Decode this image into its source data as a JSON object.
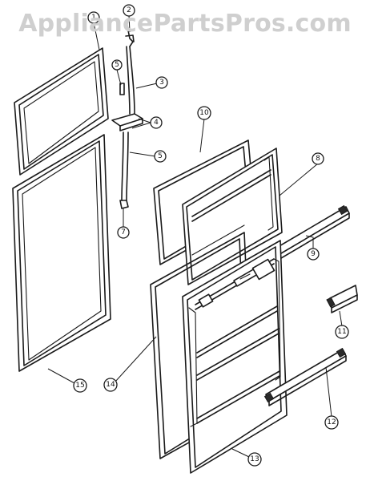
{
  "watermark": "AppliancePartsPros.com",
  "callouts": [
    {
      "id": "1",
      "label": "1"
    },
    {
      "id": "2",
      "label": "2"
    },
    {
      "id": "3",
      "label": "3"
    },
    {
      "id": "4",
      "label": "4"
    },
    {
      "id": "5a",
      "label": "5"
    },
    {
      "id": "5b",
      "label": "5"
    },
    {
      "id": "7",
      "label": "7"
    },
    {
      "id": "8",
      "label": "8"
    },
    {
      "id": "9",
      "label": "9"
    },
    {
      "id": "10",
      "label": "10"
    },
    {
      "id": "11",
      "label": "11"
    },
    {
      "id": "12",
      "label": "12"
    },
    {
      "id": "13",
      "label": "13"
    },
    {
      "id": "14",
      "label": "14"
    },
    {
      "id": "15",
      "label": "15"
    }
  ]
}
